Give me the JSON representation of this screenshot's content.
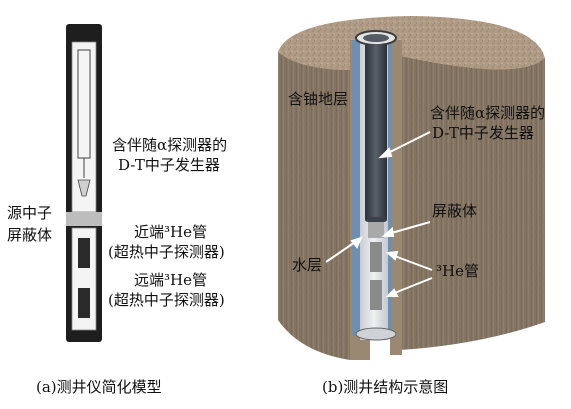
{
  "figure_a": {
    "caption": "(a)测井仪简化模型",
    "labels": {
      "generator_line1": "含伴随α探测器的",
      "generator_line2": "D-T中子发生器",
      "shield_line1": "源中子",
      "shield_line2": "屏蔽体",
      "near_line1": "近端³He管",
      "near_line2": "(超热中子探测器)",
      "far_line1": "远端³He管",
      "far_line2": "(超热中子探测器)"
    }
  },
  "figure_b": {
    "caption": "(b)测井结构示意图",
    "labels": {
      "formation": "含铀地层",
      "generator_line1": "含伴随α探测器的",
      "generator_line2": "D-T中子发生器",
      "shield": "屏蔽体",
      "water": "水层",
      "he3_tube": "³He管"
    }
  },
  "colors": {
    "tool_dark": "#1e1e1e",
    "rock_fill": "#b8a48e",
    "rock_side": "#8f7f6d",
    "borehole": "#444a55",
    "casing": "#6f8fb0"
  }
}
